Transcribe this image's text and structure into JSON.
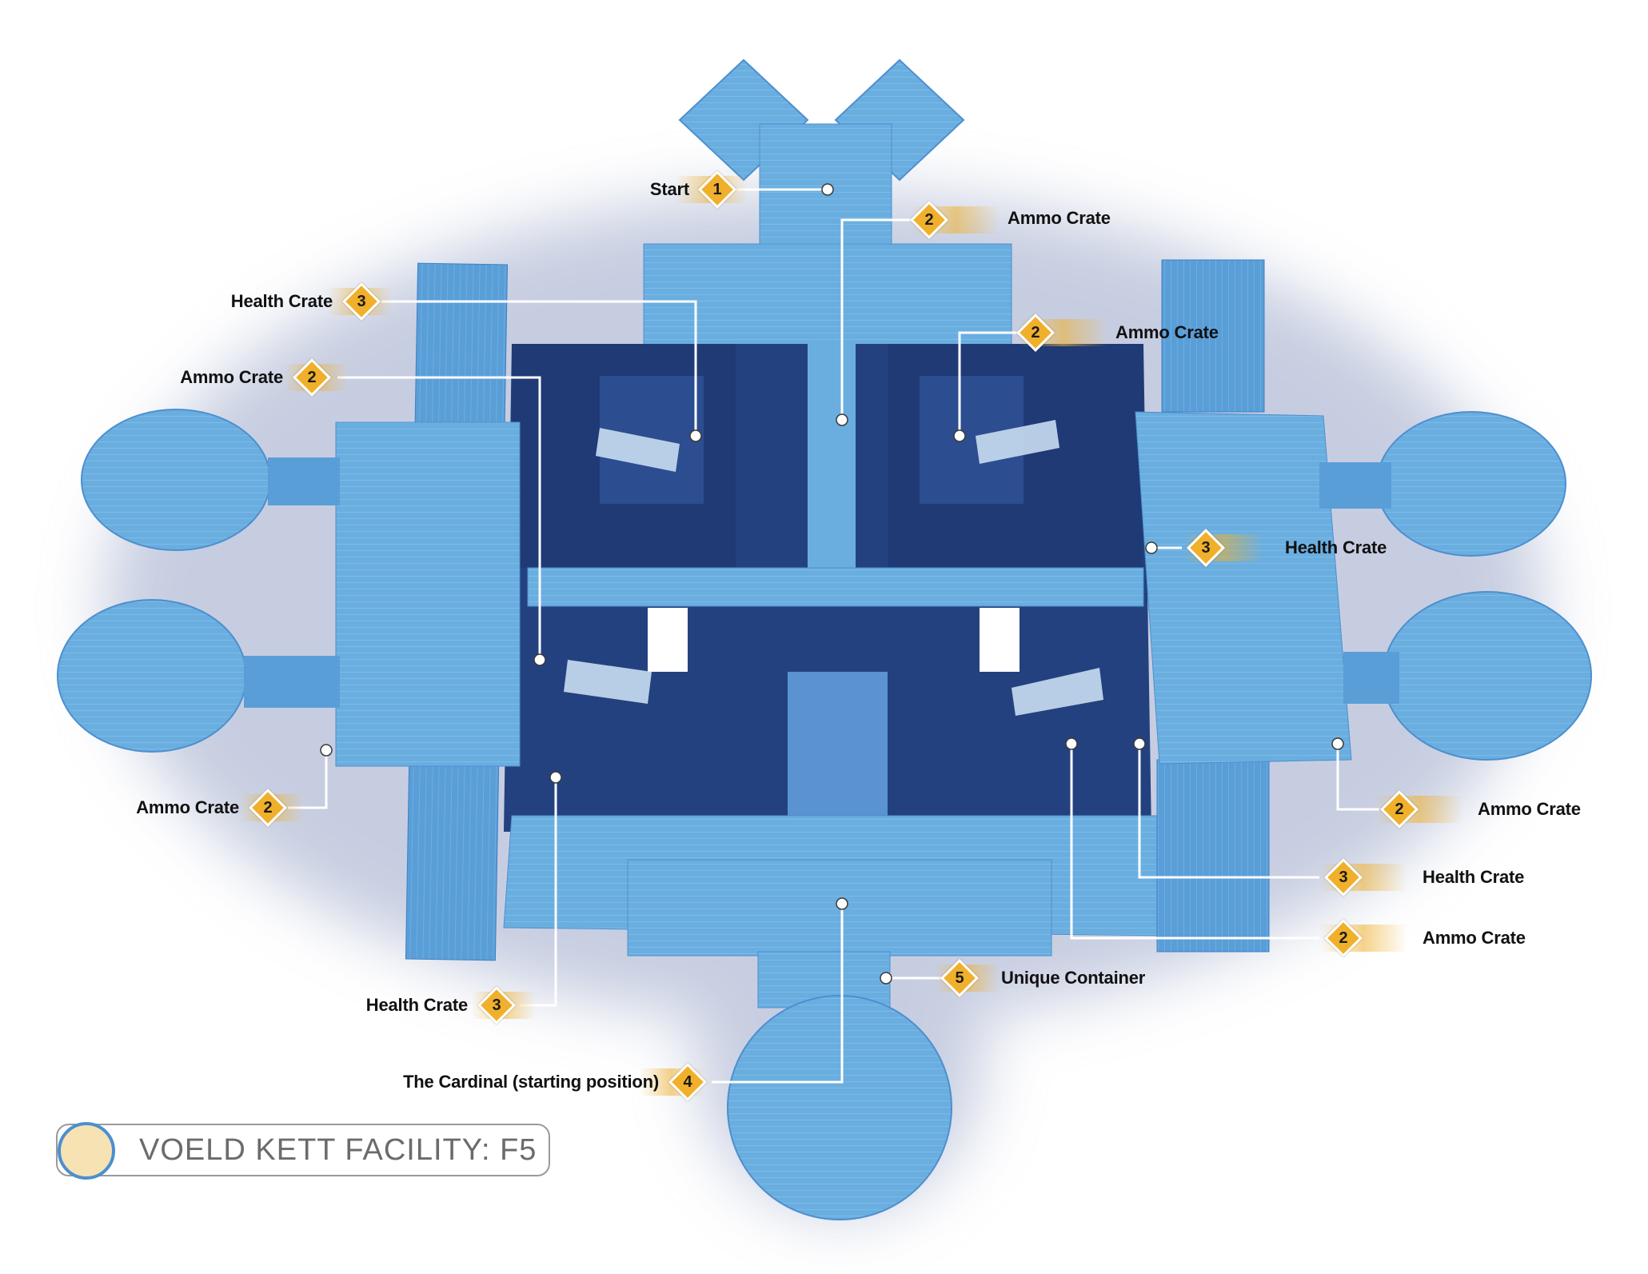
{
  "map": {
    "title": "VOELD KETT FACILITY: F5",
    "colors": {
      "floor_light": "#6aaee0",
      "floor_mid": "#3f7fc6",
      "floor_dark": "#24417f",
      "floor_darker": "#1c3066",
      "badge": "#f0b02b",
      "callout_line": "#ffffff"
    },
    "markers": [
      {
        "number": "1",
        "label": "Start"
      },
      {
        "number": "2",
        "label": "Ammo Crate"
      },
      {
        "number": "3",
        "label": "Health Crate"
      },
      {
        "number": "2",
        "label": "Ammo Crate"
      },
      {
        "number": "2",
        "label": "Ammo Crate"
      },
      {
        "number": "3",
        "label": "Health Crate"
      },
      {
        "number": "2",
        "label": "Ammo Crate"
      },
      {
        "number": "2",
        "label": "Ammo Crate"
      },
      {
        "number": "3",
        "label": "Health Crate"
      },
      {
        "number": "2",
        "label": "Ammo Crate"
      },
      {
        "number": "5",
        "label": "Unique Container"
      },
      {
        "number": "3",
        "label": "Health Crate"
      },
      {
        "number": "4",
        "label": "The Cardinal (starting position)"
      }
    ]
  }
}
